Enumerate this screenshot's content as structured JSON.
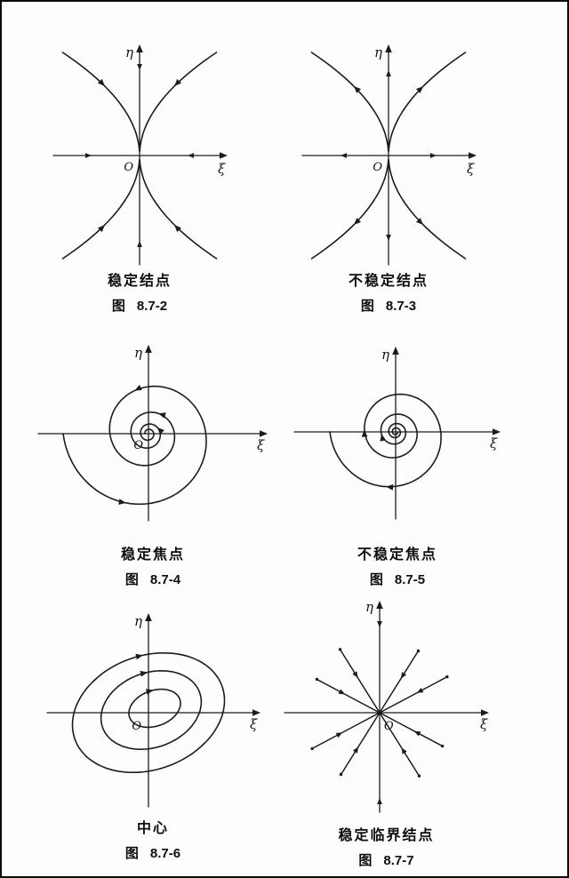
{
  "figures": [
    {
      "kind": "stable-node",
      "axes": {
        "vertical": "η",
        "horizontal": "ξ",
        "origin": "O"
      },
      "caption": {
        "title": "稳定结点",
        "label": "图",
        "number": "8.7-2"
      }
    },
    {
      "kind": "unstable-node",
      "axes": {
        "vertical": "η",
        "horizontal": "ξ",
        "origin": "O"
      },
      "caption": {
        "title": "不稳定结点",
        "label": "图",
        "number": "8.7-3"
      }
    },
    {
      "kind": "stable-focus",
      "axes": {
        "vertical": "η",
        "horizontal": "ξ",
        "origin": "O"
      },
      "caption": {
        "title": "稳定焦点",
        "label": "图",
        "number": "8.7-4"
      }
    },
    {
      "kind": "unstable-focus",
      "axes": {
        "vertical": "η",
        "horizontal": "ξ"
      },
      "caption": {
        "title": "不稳定焦点",
        "label": "图",
        "number": "8.7-5"
      }
    },
    {
      "kind": "center",
      "axes": {
        "vertical": "η",
        "horizontal": "ξ",
        "origin": "O"
      },
      "caption": {
        "title": "中心",
        "label": "图",
        "number": "8.7-6"
      }
    },
    {
      "kind": "stable-critical-node",
      "axes": {
        "vertical": "η",
        "horizontal": "ξ",
        "origin": "O"
      },
      "caption": {
        "title": "稳定临界结点",
        "label": "图",
        "number": "8.7-7"
      }
    }
  ]
}
